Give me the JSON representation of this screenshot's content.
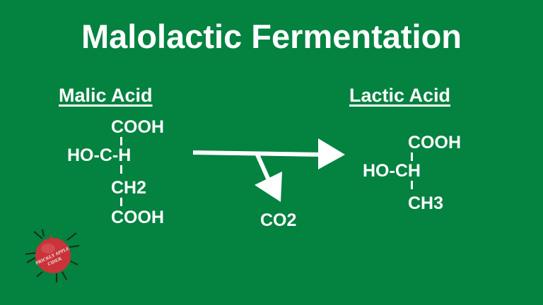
{
  "title": "Malolactic Fermentation",
  "reactant": {
    "name": "Malic Acid",
    "lines": [
      "COOH",
      "HO-C-H",
      "CH2",
      "COOH"
    ]
  },
  "product": {
    "name": "Lactic Acid",
    "lines": [
      "COOH",
      "HO-CH",
      "CH3"
    ]
  },
  "byproduct": "CO2",
  "logo": {
    "text": "Prickly Apple Cider",
    "icon": "spiky-apple-logo"
  },
  "colors": {
    "background": "#038240",
    "foreground": "#ffffff",
    "logo_apple": "#c8343a"
  }
}
